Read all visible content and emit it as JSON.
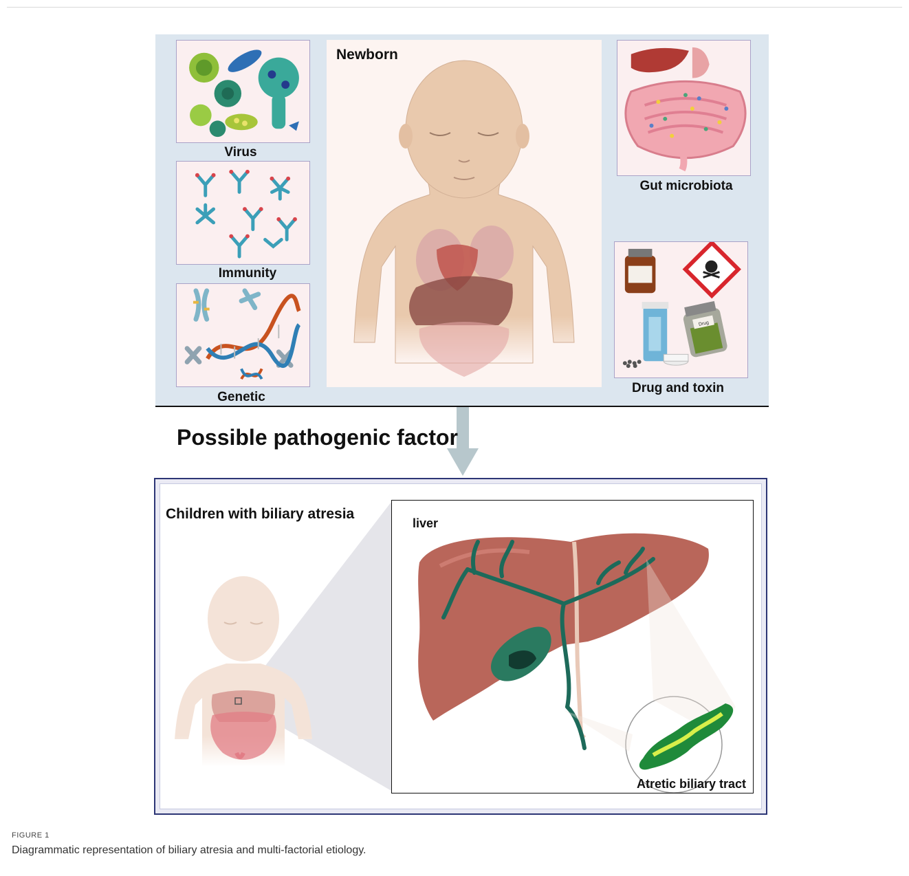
{
  "top_panel": {
    "newborn_title": "Newborn",
    "factors": {
      "virus": "Virus",
      "immunity": "Immunity",
      "genetic": "Genetic",
      "gut_microbiota": "Gut microbiota",
      "drug_toxin": "Drug and toxin",
      "drug_jar_label": "Drug"
    }
  },
  "arrow_label": "Possible pathogenic factor",
  "bottom_panel": {
    "title": "Children with biliary atresia",
    "liver_label": "liver",
    "tract_label": "Atretic biliary tract"
  },
  "caption": {
    "label": "FIGURE 1",
    "text": "Diagrammatic representation of biliary atresia and multi-factorial etiology."
  },
  "colors": {
    "panel_bg": "#dce6ef",
    "card_bg": "#fbeff0",
    "liver": "#b9665a",
    "bile_duct": "#1d6a5a",
    "arrow": "#b7c7cc",
    "bottom_border": "#2c3575"
  }
}
